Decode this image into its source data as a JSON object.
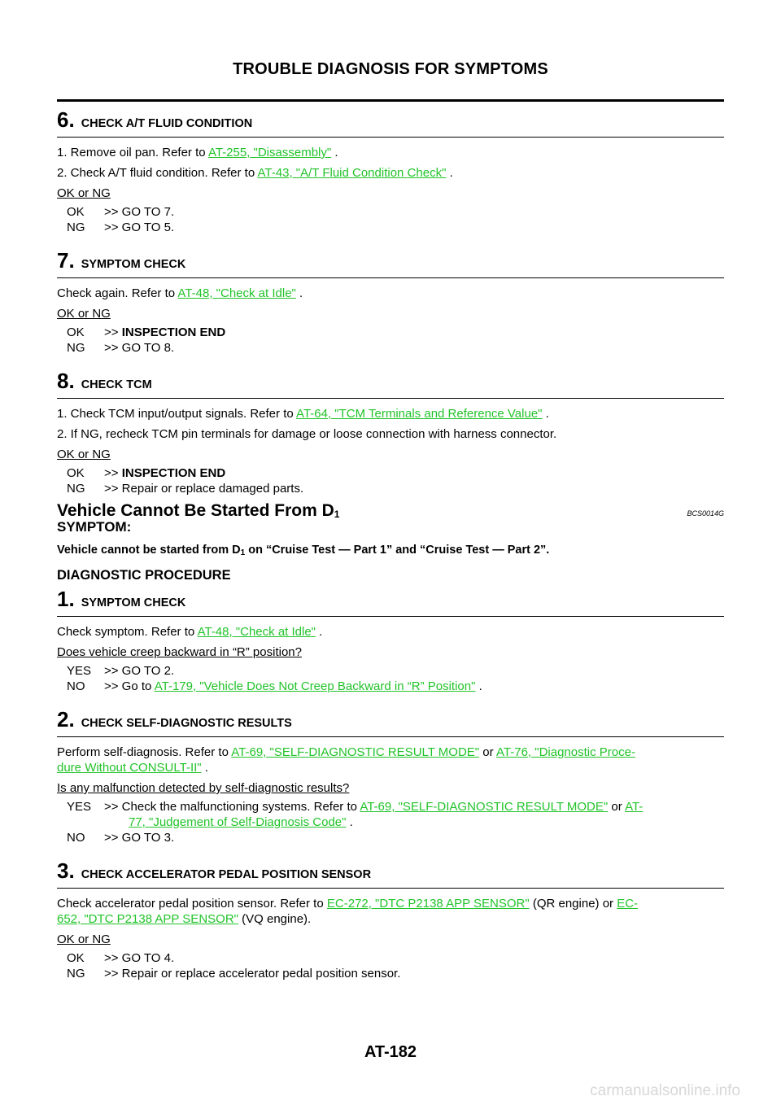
{
  "page_title": "TROUBLE DIAGNOSIS FOR SYMPTOMS",
  "ok_or_ng": "OK or NG",
  "labels": {
    "ok": "OK",
    "ng": "NG",
    "yes": "YES",
    "no": "NO"
  },
  "step6": {
    "num": "6.",
    "title": "CHECK A/T FLUID CONDITION",
    "l1_pre": "1.  Remove oil pan. Refer to ",
    "l1_link": "AT-255, \"Disassembly\"",
    "l1_post": " .",
    "l2_pre": "2.  Check A/T fluid condition. Refer to ",
    "l2_link": "AT-43, \"A/T Fluid Condition Check\"",
    "l2_post": " .",
    "ok": ">> GO TO 7.",
    "ng": ">> GO TO 5."
  },
  "step7": {
    "num": "7.",
    "title": "SYMPTOM CHECK",
    "l1_pre": "Check again. Refer to ",
    "l1_link": "AT-48, \"Check at Idle\"",
    "l1_post": " .",
    "ok_pre": ">> ",
    "ok_bold": "INSPECTION END",
    "ng": ">> GO TO 8."
  },
  "step8": {
    "num": "8.",
    "title": "CHECK TCM",
    "l1_pre": "1.  Check TCM input/output signals. Refer to ",
    "l1_link": "AT-64, \"TCM Terminals and Reference Value\"",
    "l1_post": " .",
    "l2": "2.  If NG, recheck TCM pin terminals for damage or loose connection with harness connector.",
    "ok_pre": ">> ",
    "ok_bold": "INSPECTION END",
    "ng": ">> Repair or replace damaged parts."
  },
  "section": {
    "title": "Vehicle Cannot Be Started From D",
    "title_sub": "1",
    "code": "BCS0014G",
    "symptom_label": "SYMPTOM:",
    "symptom_pre": "Vehicle cannot be started from D",
    "symptom_sub": "1",
    "symptom_post": "  on “Cruise Test — Part 1” and “Cruise Test — Part 2”.",
    "diag_label": "DIAGNOSTIC PROCEDURE"
  },
  "d1": {
    "num": "1.",
    "title": "SYMPTOM CHECK",
    "l1_pre": "Check symptom. Refer to ",
    "l1_link": "AT-48, \"Check at Idle\"",
    "l1_post": " .",
    "q": "Does vehicle creep backward in “R” position?",
    "yes": ">> GO TO 2.",
    "no_pre": ">> Go to ",
    "no_link": "AT-179, \"Vehicle Does Not Creep Backward in “R” Position\"",
    "no_post": " ."
  },
  "d2": {
    "num": "2.",
    "title": "CHECK SELF-DIAGNOSTIC RESULTS",
    "l1_pre": "Perform self-diagnosis. Refer to ",
    "l1_link1": "AT-69, \"SELF-DIAGNOSTIC RESULT MODE\"",
    "l1_mid": "  or ",
    "l1_link2a": "AT-76, \"Diagnostic Proce-",
    "l2_link2b": "dure Without CONSULT-II\"",
    "l2_post": " .",
    "q": "Is any malfunction detected by self-diagnostic results?",
    "yes_pre": ">> Check the malfunctioning systems. Refer to ",
    "yes_link1": "AT-69, \"SELF-DIAGNOSTIC RESULT MODE\"",
    "yes_mid": "  or ",
    "yes_link2a": "AT-",
    "yes_link2b": "77, \"Judgement of Self-Diagnosis Code\"",
    "yes_post": " .",
    "no": ">> GO TO 3."
  },
  "d3": {
    "num": "3.",
    "title": "CHECK ACCELERATOR PEDAL POSITION SENSOR",
    "l1_pre": "Check accelerator pedal position sensor. Refer to ",
    "l1_link1": "EC-272, \"DTC P2138 APP SENSOR\"",
    "l1_mid": "  (QR engine) or ",
    "l1_link2a": "EC-",
    "l2_link2b": "652, \"DTC P2138 APP SENSOR\"",
    "l2_post": "  (VQ engine).",
    "ok": ">> GO TO 4.",
    "ng": ">> Repair or replace accelerator pedal position sensor."
  },
  "page_number": "AT-182",
  "watermark": "carmanualsonline.info"
}
